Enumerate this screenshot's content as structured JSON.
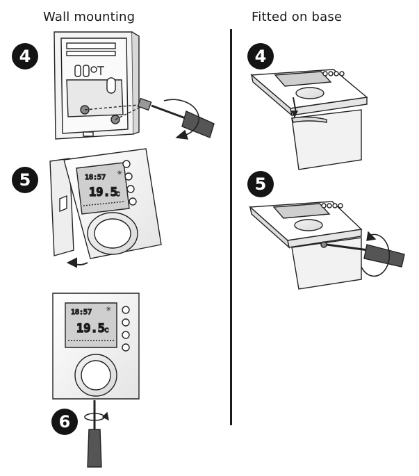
{
  "headers": {
    "wall_mounting": "Wall mounting",
    "fitted_on_base": "Fitted on base"
  },
  "steps": {
    "wall": [
      "4",
      "5",
      "6"
    ],
    "base": [
      "4",
      "5"
    ]
  },
  "display": {
    "clock": "18:57",
    "temperature": "19.5",
    "unit": "c"
  }
}
